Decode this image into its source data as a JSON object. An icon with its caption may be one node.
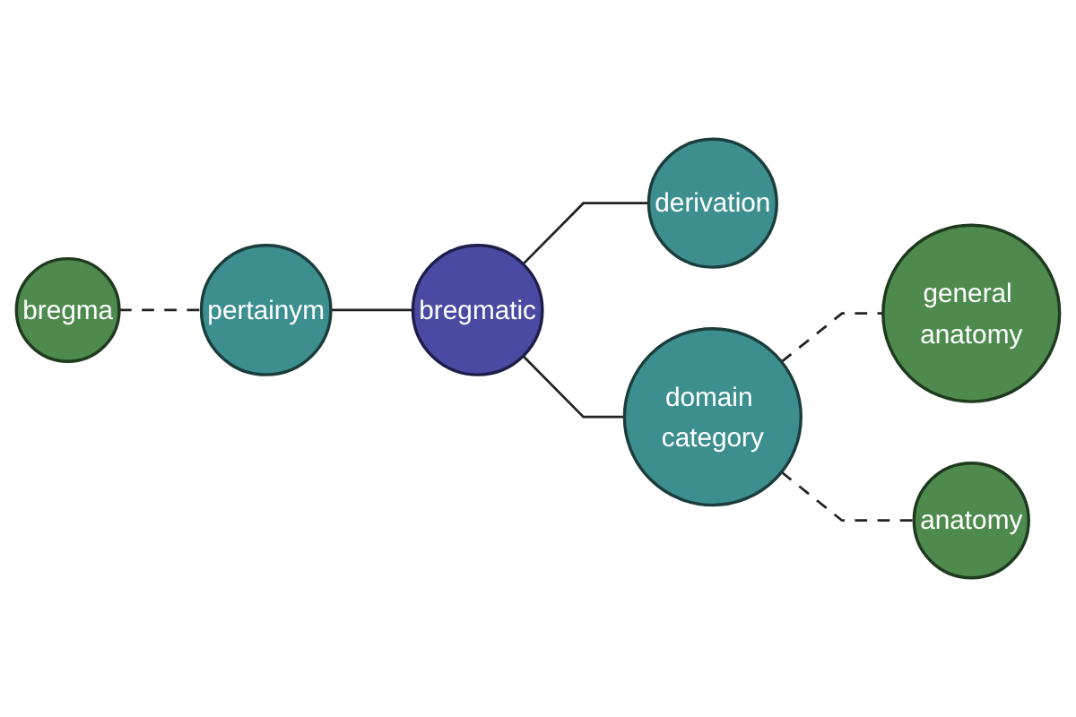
{
  "diagram": {
    "nodes": [
      {
        "text": [
          "bregma"
        ]
      },
      {
        "text": [
          "pertainym"
        ]
      },
      {
        "text": [
          "bregmatic"
        ]
      },
      {
        "text": [
          "derivation"
        ]
      },
      {
        "text": [
          "domain category"
        ]
      },
      {
        "text": [
          "general anatomy"
        ]
      },
      {
        "text": [
          "anatomy"
        ]
      }
    ],
    "edges": [
      {
        "from": 0,
        "to": 1,
        "arrow": "none",
        "style": "dashed"
      },
      {
        "from": 1,
        "to": 2,
        "arrow": "none"
      },
      {
        "from": 2,
        "to": 3,
        "arrow": "none"
      },
      {
        "from": 2,
        "to": 4,
        "arrow": "none"
      },
      {
        "from": 4,
        "to": 5,
        "arrow": "none",
        "style": "dashed"
      },
      {
        "from": 4,
        "to": 6,
        "arrow": "none",
        "style": "dashed"
      }
    ]
  }
}
